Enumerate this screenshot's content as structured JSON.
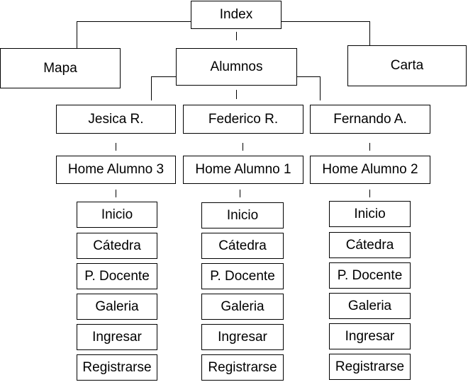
{
  "root": {
    "label": "Index"
  },
  "top_level": [
    {
      "label": "Mapa"
    },
    {
      "label": "Alumnos"
    },
    {
      "label": "Carta"
    }
  ],
  "students": [
    {
      "name": "Jesica R.",
      "home": "Home Alumno 3",
      "pages": [
        "Inicio",
        "Cátedra",
        "P. Docente",
        "Galeria",
        "Ingresar",
        "Registrarse"
      ]
    },
    {
      "name": "Federico R.",
      "home": "Home Alumno 1",
      "pages": [
        "Inicio",
        "Cátedra",
        "P. Docente",
        "Galeria",
        "Ingresar",
        "Registrarse"
      ]
    },
    {
      "name": "Fernando A.",
      "home": "Home Alumno 2",
      "pages": [
        "Inicio",
        "Cátedra",
        "P. Docente",
        "Galeria",
        "Ingresar",
        "Registrarse"
      ]
    }
  ]
}
